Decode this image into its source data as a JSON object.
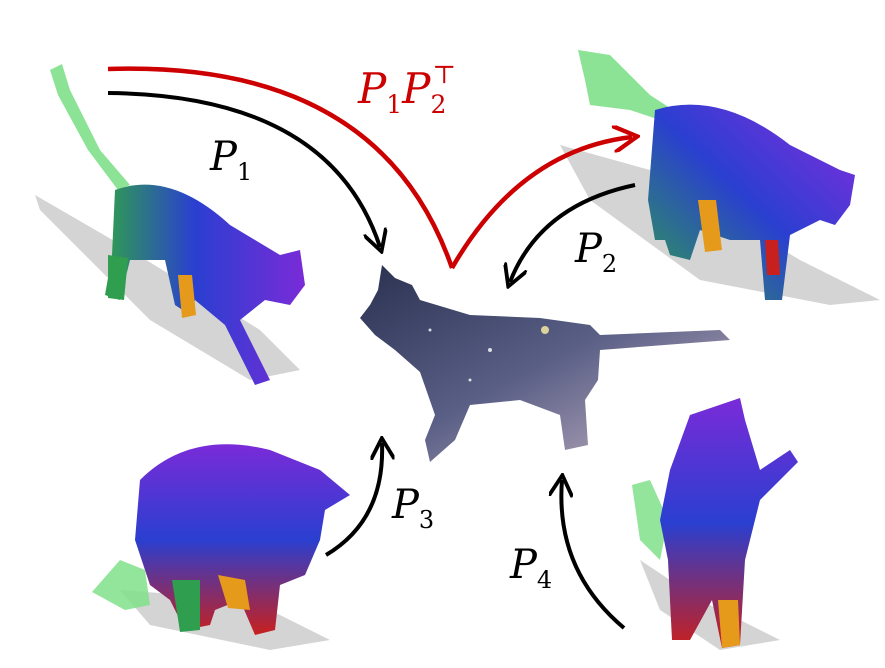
{
  "labels": {
    "p1": {
      "var": "P",
      "sub": "1"
    },
    "p2": {
      "var": "P",
      "sub": "2"
    },
    "p3": {
      "var": "P",
      "sub": "3"
    },
    "p4": {
      "var": "P",
      "sub": "4"
    },
    "composite": {
      "var1": "P",
      "sub1": "1",
      "var2": "P",
      "sub2": "2",
      "sup2": "⊤"
    }
  },
  "colors": {
    "arrow_black": "#000000",
    "arrow_red": "#cc0000",
    "label_red": "#cc0000",
    "mesh_purple": "#6a2bd8",
    "mesh_blue": "#2a3fd0",
    "mesh_green": "#2f9e4f",
    "mesh_red": "#c8201e",
    "mesh_orange": "#e69a1c",
    "mesh_tail_green": "#7fe08a",
    "galaxy_dark": "#1b2236",
    "galaxy_light": "#c9b7c6",
    "shadow": "#cfcfcf"
  },
  "icons": {
    "source_cat": "galaxy-textured-cat-icon",
    "mesh_cat": "colored-mesh-cat-icon"
  }
}
